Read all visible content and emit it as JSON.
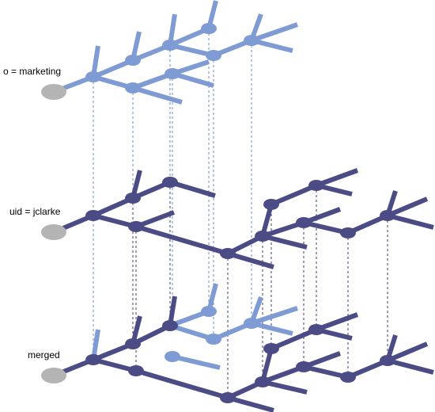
{
  "labels": {
    "top": "o = marketing",
    "middle": "uid = jclarke",
    "bottom": "merged"
  },
  "colors": {
    "light_tree": "#7f9bd3",
    "dark_tree": "#4b4b85",
    "root_node": "#b4b4b4",
    "guide_light": "#6f8cc9",
    "guide_dark": "#3c3c72"
  }
}
